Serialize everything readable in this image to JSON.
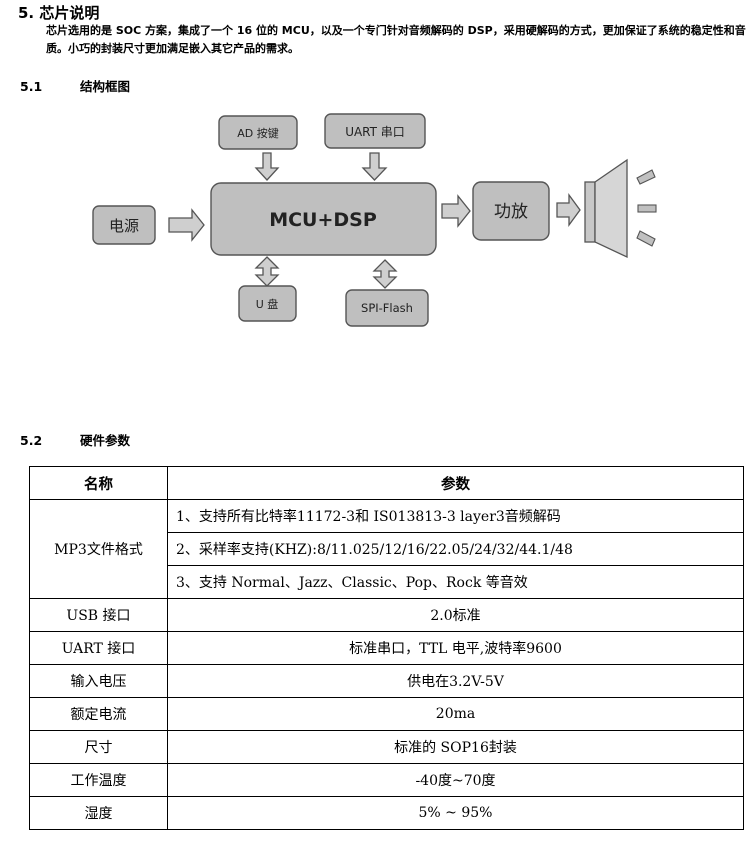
{
  "heading": "5.  芯片说明",
  "intro": "芯片选用的是 SOC 方案，集成了一个 16 位的 MCU，以及一个专门针对音频解码的 DSP，采用硬解码的方式，更加保证了系统的稳定性和音质。小巧的封装尺寸更加满足嵌入其它产品的需求。",
  "section1": {
    "num": "5.1",
    "title": "结构框图"
  },
  "diagram": {
    "power": "电源",
    "core": "MCU+DSP",
    "ad_keys": "AD 按键",
    "uart": "UART 串口",
    "udisk": "U 盘",
    "spi_flash": "SPI-Flash",
    "amp": "功放"
  },
  "section2": {
    "num": "5.2",
    "title": "硬件参数"
  },
  "table": {
    "headers": [
      "名称",
      "参数"
    ],
    "mp3": {
      "name": "MP3文件格式",
      "lines": [
        "1、支持所有比特率11172-3和 IS013813-3 layer3音频解码",
        "2、采样率支持(KHZ):8/11.025/12/16/22.05/24/32/44.1/48",
        "3、支持 Normal、Jazz、Classic、Pop、Rock 等音效"
      ]
    },
    "rows": [
      {
        "name": "USB 接口",
        "value": "2.0标准"
      },
      {
        "name": "UART 接口",
        "value": "标准串口，TTL 电平,波特率9600"
      },
      {
        "name": "输入电压",
        "value": "供电在3.2V-5V"
      },
      {
        "name": "额定电流",
        "value": "20ma"
      },
      {
        "name": "尺寸",
        "value": "标准的 SOP16封装"
      },
      {
        "name": "工作温度",
        "value": "-40度~70度"
      },
      {
        "name": "湿度",
        "value": "5% ~ 95%"
      }
    ]
  }
}
